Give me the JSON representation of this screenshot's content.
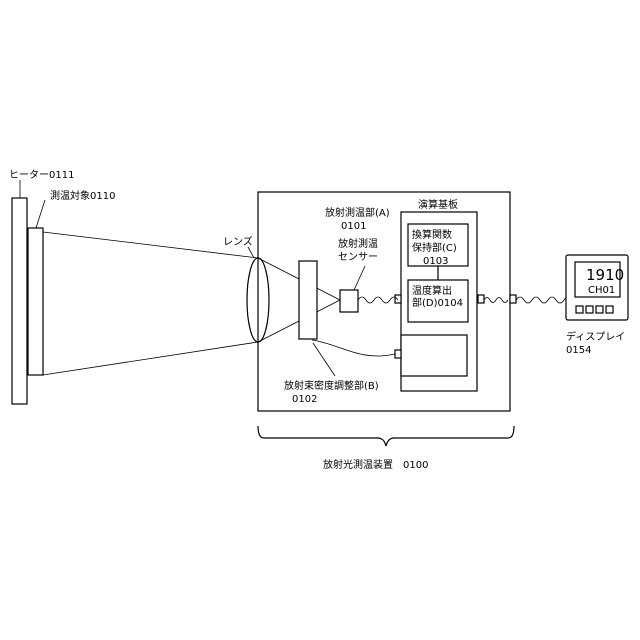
{
  "labels": {
    "heater": "ヒーター0111",
    "target": "測温対象0110",
    "lens": "レンズ",
    "section_a_line1": "放射測温部(A)",
    "section_a_line2": "0101",
    "sensor_line1": "放射測温",
    "sensor_line2": "センサー",
    "board": "演算基板",
    "func_line1": "換算関数",
    "func_line2": "保持部(C)",
    "func_line3": "0103",
    "temp_line1": "温度算出",
    "temp_line2": "部(D)0104",
    "adjuster_line1": "放射束密度調整部(B)",
    "adjuster_line2": "0102",
    "device": "放射光測温装置　0100",
    "display_line1": "ディスプレイ",
    "display_line2": "0154"
  },
  "display_screen": {
    "value": "1910",
    "channel": "CH01"
  }
}
